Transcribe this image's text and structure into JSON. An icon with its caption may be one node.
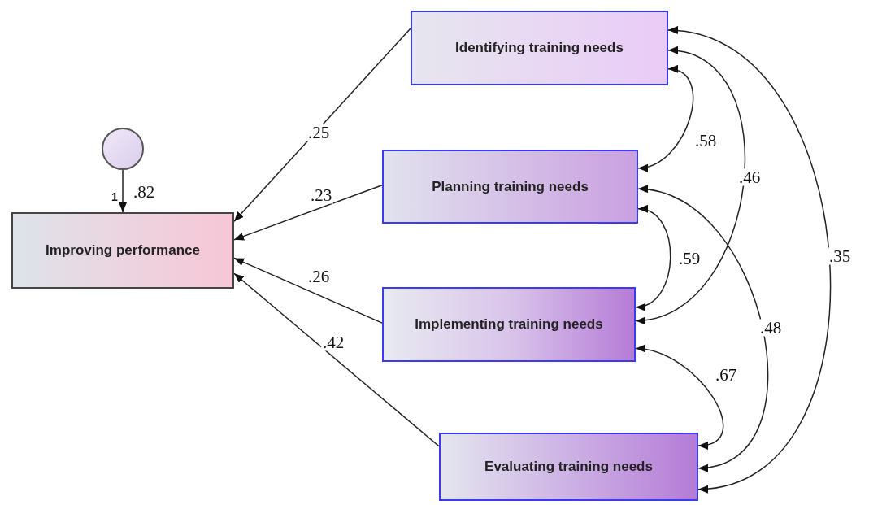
{
  "diagram": {
    "nodes": [
      {
        "text": [],
        "shape": "circle"
      },
      {
        "text": [
          "Improving performance"
        ],
        "beside": [
          ".82"
        ]
      },
      {
        "text": [
          "Identifying training needs"
        ]
      },
      {
        "text": [
          "Planning training needs"
        ]
      },
      {
        "text": [
          "Implementing training needs"
        ]
      },
      {
        "text": [
          "Evaluating training needs"
        ]
      }
    ],
    "edges": [
      {
        "from": 0,
        "to": 1,
        "arrow": "to",
        "label": "1"
      },
      {
        "from": 2,
        "to": 1,
        "arrow": "to",
        "label": ".25"
      },
      {
        "from": 3,
        "to": 1,
        "arrow": "to",
        "label": ".23"
      },
      {
        "from": 4,
        "to": 1,
        "arrow": "to",
        "label": ".26"
      },
      {
        "from": 5,
        "to": 1,
        "arrow": "to",
        "label": ".42"
      },
      {
        "from": 2,
        "to": 3,
        "arrow": "both",
        "label": ".58"
      },
      {
        "from": 2,
        "to": 4,
        "arrow": "both",
        "label": ".46"
      },
      {
        "from": 2,
        "to": 5,
        "arrow": "both",
        "label": ".35"
      },
      {
        "from": 3,
        "to": 4,
        "arrow": "both",
        "label": ".59"
      },
      {
        "from": 3,
        "to": 5,
        "arrow": "both",
        "label": ".48"
      },
      {
        "from": 4,
        "to": 5,
        "arrow": "both",
        "label": ".67"
      }
    ]
  }
}
